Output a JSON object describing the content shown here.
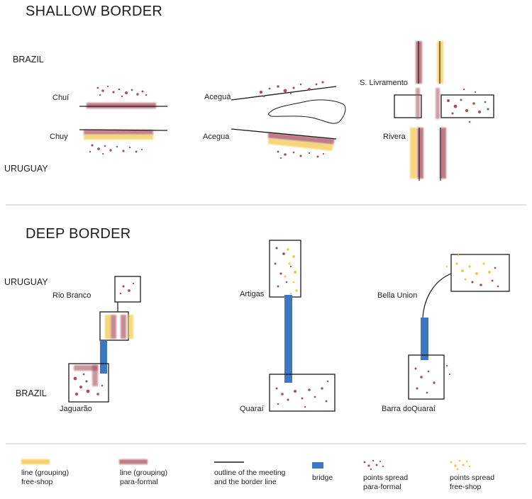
{
  "sections": {
    "shallow": {
      "title": "SHALLOW BORDER",
      "country_top": "BRAZIL",
      "country_bottom": "URUGUAY"
    },
    "deep": {
      "title": "DEEP BORDER",
      "country_top": "URUGUAY",
      "country_bottom": "BRAZIL"
    }
  },
  "cities": {
    "chui": "Chuí",
    "chuy": "Chuy",
    "acegua_br": "Aceguá",
    "acegua_uy": "Acegua",
    "santana": "S. Livramento",
    "rivera": "Rivera",
    "rio_branco": "Rio Branco",
    "jaguarao": "Jaguarão",
    "artigas": "Artigas",
    "quarai": "Quaraí",
    "bella_union": "Bella Union",
    "barra": "Barra doQuaraí"
  },
  "legend": {
    "freeshop_line": "line (grouping)\nfree-shop",
    "paraformal_line": "line (grouping)\npara-formal",
    "border_outline": "outline of the meeting\nand the border line",
    "bridge": "bridge",
    "points_paraformal": "points spread\npara-formal",
    "points_freeshop": "points spread\nfree-shop"
  },
  "colors": {
    "paraformal": "#a8505e",
    "freeshop": "#f2c94c",
    "bridge": "#3b78c2",
    "outline": "#1a1a1a",
    "divider": "#cfcfcf"
  }
}
